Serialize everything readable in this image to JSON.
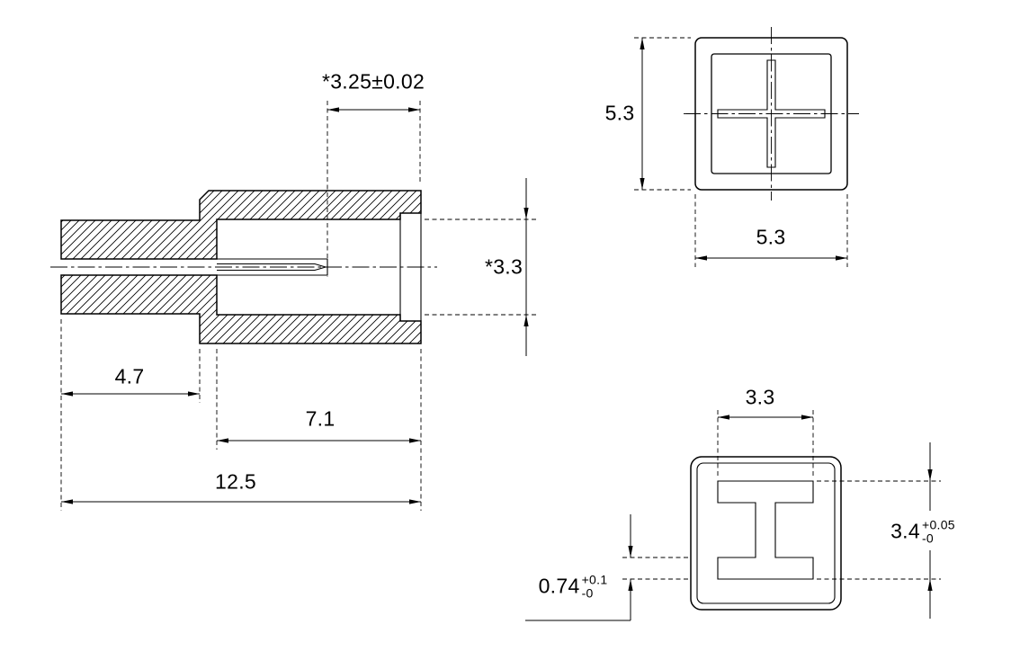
{
  "colors": {
    "line": "#000000",
    "background": "#ffffff"
  },
  "dims": {
    "bore_depth": "*3.25±0.02",
    "bore_height": "*3.3",
    "shaft_length": "4.7",
    "body_length": "7.1",
    "overall_length": "12.5",
    "front_height": "5.3",
    "front_width": "5.3",
    "slot_width": "3.3",
    "slot_height": {
      "value": "3.4",
      "plus": "+0.05",
      "minus": "-0"
    },
    "slot_gap": {
      "value": "0.74",
      "plus": "+0.1",
      "minus": "-0"
    }
  }
}
